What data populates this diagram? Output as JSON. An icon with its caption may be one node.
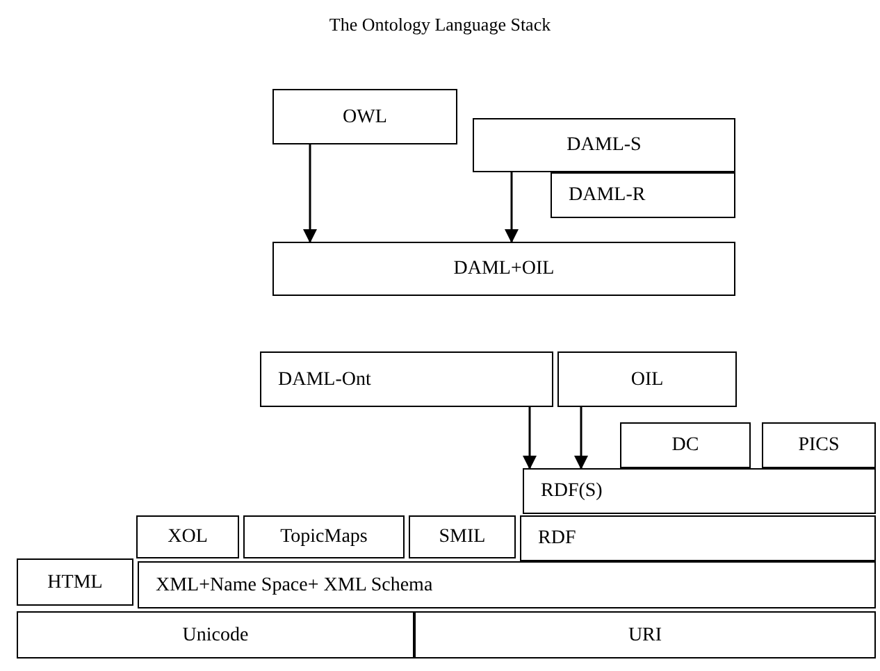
{
  "diagram": {
    "title": "The Ontology Language Stack",
    "nodes": [
      {
        "text": [
          "OWL"
        ]
      },
      {
        "text": [
          "DAML-S"
        ]
      },
      {
        "text": [
          "DAML-R"
        ]
      },
      {
        "text": [
          "DAML+OIL"
        ]
      },
      {
        "text": [
          "DAML-Ont"
        ]
      },
      {
        "text": [
          "OIL"
        ]
      },
      {
        "text": [
          "DC"
        ]
      },
      {
        "text": [
          "PICS"
        ]
      },
      {
        "text": [
          "RDF(S)"
        ]
      },
      {
        "text": [
          "XOL"
        ]
      },
      {
        "text": [
          "TopicMaps"
        ]
      },
      {
        "text": [
          "SMIL"
        ]
      },
      {
        "text": [
          "RDF"
        ]
      },
      {
        "text": [
          "HTML"
        ]
      },
      {
        "text": [
          "XML+Name Space+ XML Schema"
        ]
      },
      {
        "text": [
          "Unicode"
        ]
      },
      {
        "text": [
          "URI"
        ]
      }
    ],
    "edges": [
      {
        "from": 0,
        "to": 3,
        "arrow": "to"
      },
      {
        "from": 1,
        "to": 3,
        "arrow": "to"
      },
      {
        "from": 4,
        "to": 8,
        "arrow": "to"
      },
      {
        "from": 5,
        "to": 8,
        "arrow": "to"
      }
    ]
  }
}
